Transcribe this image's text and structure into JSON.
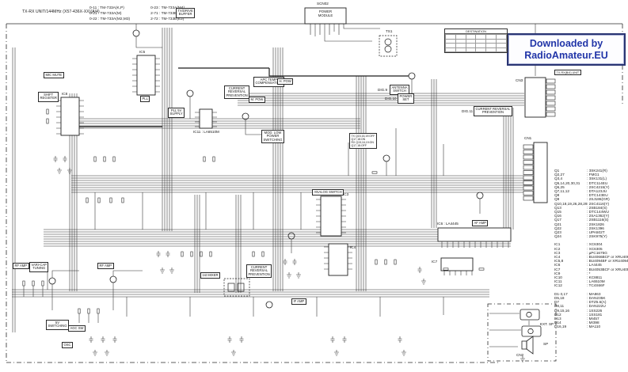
{
  "header": {
    "title": "TX-RX UNIT/144MHz (X57-436X-XX)(A/4)",
    "legend": [
      {
        "text": "0-11 : TM-733A(K,P)"
      },
      {
        "text": "0-21 : TM-733A(M)"
      },
      {
        "text": "0-22 : TM-733A(M2,M3)"
      },
      {
        "text": "0-23 : TM-733A(M4)"
      },
      {
        "text": "2-71 : TM-733E(E,E3,E9)"
      },
      {
        "text": "2-72 : TM-733E(E2)"
      }
    ]
  },
  "watermark": {
    "line1": "Downloaded by",
    "line2": "RadioAmateur.EU",
    "text_color": "#2135A8",
    "border_color": "#2A3573"
  },
  "table": {
    "title": "DESTINATION"
  },
  "blocks": {
    "power_module": "POWER\nMODULE",
    "scn02": "SCN02",
    "ts1": "TS1",
    "unit_link": "TX-RX(B/4) UNIT",
    "tx_drive_buffer": "TX/DRIVE\nBUFFER",
    "mic_mute": "MIC MUTE",
    "shift_register": "SHIFT\nREGISTER",
    "ic8_ref": "IC8",
    "ic5_ref": "IC5",
    "pll": "PLL",
    "pll_5v": "PLL 5V\nSUPPLY",
    "apc": "APC TEMP\nCOMPENSATION",
    "current_rev_1": "CURRENT\nREVERSAL\nPREVENTION",
    "m_pow": "M. POW",
    "h_pow": "H. POW",
    "mod_low": "MOD. LOW\nPOWER\nSWITCHING",
    "dig9": "DIG.9",
    "antenna_switch": "ANTENNA\nSWITCH",
    "dig10": "DIG.10",
    "power_set": "POWER\nSET",
    "dig11": "DIG.11",
    "current_rev_2": "CURRENT REVERSAL\nPREVENTION",
    "txrx_note": "TX Q15,16,19:OFF\nQ17,18:ON\nRX Q15,16,19:ON\nQ17,18:OFF",
    "analog_switch": "ANALOG SWITCH",
    "ic3_ref": "IC3",
    "ic4_ref": "IC4",
    "ic6_ref": "IC6 : LA4445",
    "af_amp": "AF AMP",
    "ic7_ref": "IC7",
    "ic11_ref": "IC11 : LA6510M",
    "rf_amp_1": "RF AMP",
    "vari_cap": "VARI-CAP\nTUNING",
    "rf_amp_2": "RF AMP",
    "mixer": "1st MIXER",
    "current_rev_3": "CURRENT\nREVERSAL\nPREVENTION",
    "if_amp": "IF AMP",
    "sw_5v": "5V\nSWITCHING",
    "agc_sw": "AGC SW",
    "osc": "OSC"
  },
  "connectors": {
    "cn1": "CN1",
    "cn2": "CN2",
    "cn3": "CN3",
    "ext_sp": "EXT. SP",
    "sp": "SP"
  },
  "parts": {
    "q": [
      {
        "ref": "Q1",
        "val": "3SK241(R)"
      },
      {
        "ref": "Q2,27",
        "val": "FMG1"
      },
      {
        "ref": "Q3,4",
        "val": "3SK131(L)"
      },
      {
        "ref": "Q5,14,20,30,31",
        "val": "DTC114EU"
      },
      {
        "ref": "Q6,25",
        "val": "2SC4215(Y)"
      },
      {
        "ref": "Q7,11,12",
        "val": "DTA123JU"
      },
      {
        "ref": "Q8",
        "val": "DTC143EU"
      },
      {
        "ref": "Q9",
        "val": "2SJ186(GR)"
      },
      {
        "ref": "Q10,18,19,26,28,29",
        "val": "2SC4116(Y)"
      },
      {
        "ref": "Q13",
        "val": "2SB184(S)"
      },
      {
        "ref": "Q15",
        "val": "DTC144WU"
      },
      {
        "ref": "Q16",
        "val": "2SA1362(Y)"
      },
      {
        "ref": "Q17",
        "val": "2SB1116(S)"
      },
      {
        "ref": "Q21",
        "val": "2SK1826"
      },
      {
        "ref": "Q22",
        "val": "2SK1396"
      },
      {
        "ref": "Q23",
        "val": "UPA502T"
      },
      {
        "ref": "Q24",
        "val": "2SK975(Y)"
      }
    ],
    "ic": [
      {
        "ref": "IC1",
        "val": "XC6304"
      },
      {
        "ref": "IC2",
        "val": "XC6305"
      },
      {
        "ref": "IC3",
        "val": "µPC1675G"
      },
      {
        "ref": "IC4",
        "val": "BU4066BCF or XRU4066BCF"
      },
      {
        "ref": "IC5,8",
        "val": "BU4094BF or XRU4094BF"
      },
      {
        "ref": "IC6",
        "val": "LA4445"
      },
      {
        "ref": "IC7",
        "val": "BU4053BCF or XRU4053BCF"
      },
      {
        "ref": "IC9",
        "val": "*"
      },
      {
        "ref": "IC10",
        "val": "KC8811"
      },
      {
        "ref": "IC11",
        "val": "LA6510M"
      },
      {
        "ref": "IC12",
        "val": "TC4S66F"
      }
    ],
    "d": [
      {
        "ref": "D1-3,17",
        "val": "MA863"
      },
      {
        "ref": "D5,18",
        "val": "DAN235K"
      },
      {
        "ref": "D7",
        "val": "DTZ5.6(A)"
      },
      {
        "ref": "D8,11",
        "val": "DAN222U"
      },
      {
        "ref": "D9,15,16",
        "val": "1SS226"
      },
      {
        "ref": "D12",
        "val": "1SS181"
      },
      {
        "ref": "D13",
        "val": "MI457"
      },
      {
        "ref": "D14",
        "val": "MI398"
      },
      {
        "ref": "D16,19",
        "val": "MA110"
      }
    ]
  }
}
